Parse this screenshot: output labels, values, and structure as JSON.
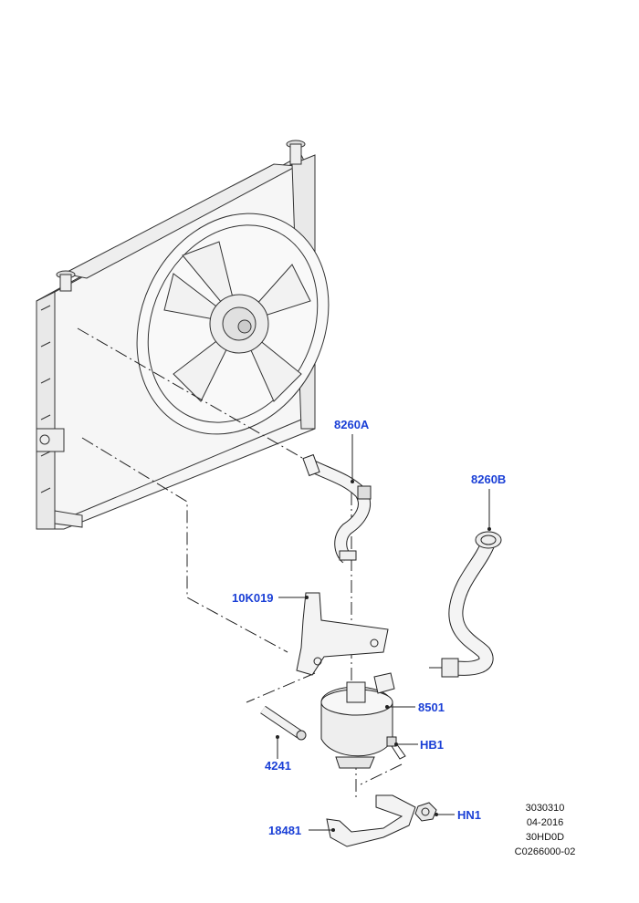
{
  "callouts": {
    "c8260a": "8260A",
    "c8260b": "8260B",
    "c10k019": "10K019",
    "c8501": "8501",
    "chb1": "HB1",
    "c4241": "4241",
    "c18481": "18481",
    "chn1": "HN1"
  },
  "reference": {
    "line1": "3030310",
    "line2": "04-2016",
    "line3": "30HD0D",
    "line4": "C0266000-02"
  },
  "colors": {
    "callout": "#1a3fd6",
    "line": "#222222",
    "fill": "#f4f4f4"
  }
}
